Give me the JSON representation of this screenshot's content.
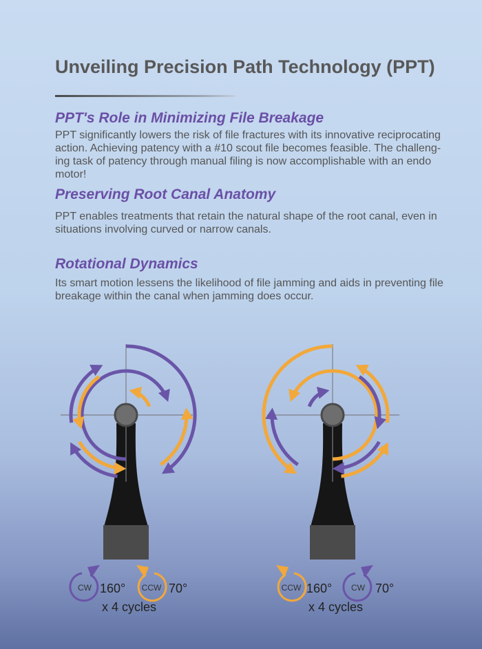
{
  "title": "Unveiling Precision Path Technology (PPT)",
  "sections": [
    {
      "heading": "PPT's Role in Minimizing File Breakage",
      "body": "PPT significantly lowers the risk of file fractures with its innovative reciprocating action. Achieving patency with a #10 scout file becomes feasible. The challeng-ing task of patency through manual filing is now accomplishable with an endo motor!"
    },
    {
      "heading": "Preserving Root Canal Anatomy",
      "body": "PPT enables treatments that retain the natural shape of the root canal, even in situations involving curved or narrow canals."
    },
    {
      "heading": "Rotational Dynamics",
      "body": "Its smart motion lessens the likelihood of file jamming and aids in preventing file breakage within the canal when jamming does occur."
    }
  ],
  "colors": {
    "purple": "#6a55a8",
    "orange": "#f2a83a",
    "heading": "#6a4fa6"
  },
  "diagrams": [
    {
      "first_dir": "CW",
      "first_angle": "160°",
      "second_dir": "CCW",
      "second_angle": "70°",
      "cycles": "x 4 cycles"
    },
    {
      "first_dir": "CCW",
      "first_angle": "160°",
      "second_dir": "CW",
      "second_angle": "70°",
      "cycles": "x 4 cycles"
    }
  ]
}
